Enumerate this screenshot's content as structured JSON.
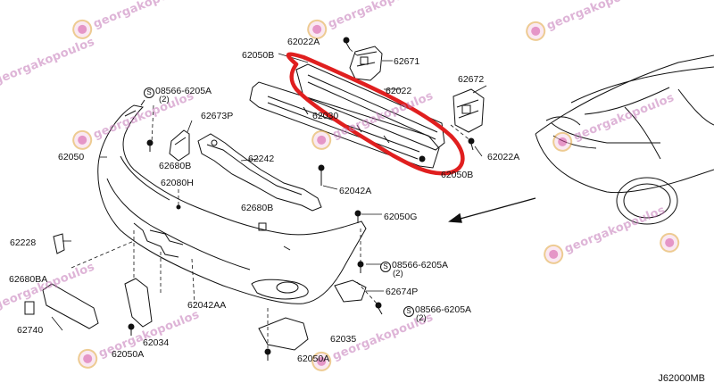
{
  "diagram_code": "J62000MB",
  "watermark_text": "georgakopoulos",
  "highlight_color": "#e01f1f",
  "labels": {
    "l62022A_top": "62022A",
    "l62050B_top": "62050B",
    "l62671": "62671",
    "l62672": "62672",
    "l62022": "62022",
    "l62030": "62030",
    "l62022A_right": "62022A",
    "l62050B_right": "62050B",
    "l08566_top": "08566-6205A",
    "l08566_top_qty": "(2)",
    "l62673P": "62673P",
    "l62680B_1": "62680B",
    "l62050": "62050",
    "l62242": "62242",
    "l62080H": "62080H",
    "l62042A": "62042A",
    "l62680B_2": "62680B",
    "l62050G": "62050G",
    "l62228": "62228",
    "l08566_mid": "08566-6205A",
    "l08566_mid_qty": "(2)",
    "l62680BA": "62680BA",
    "l62674P": "62674P",
    "l08566_low": "08566-6205A",
    "l08566_low_qty": "(2)",
    "l62042AA": "62042AA",
    "l62740": "62740",
    "l62034": "62034",
    "l62035": "62035",
    "l62050A_left": "62050A",
    "l62050A_bottom": "62050A"
  }
}
